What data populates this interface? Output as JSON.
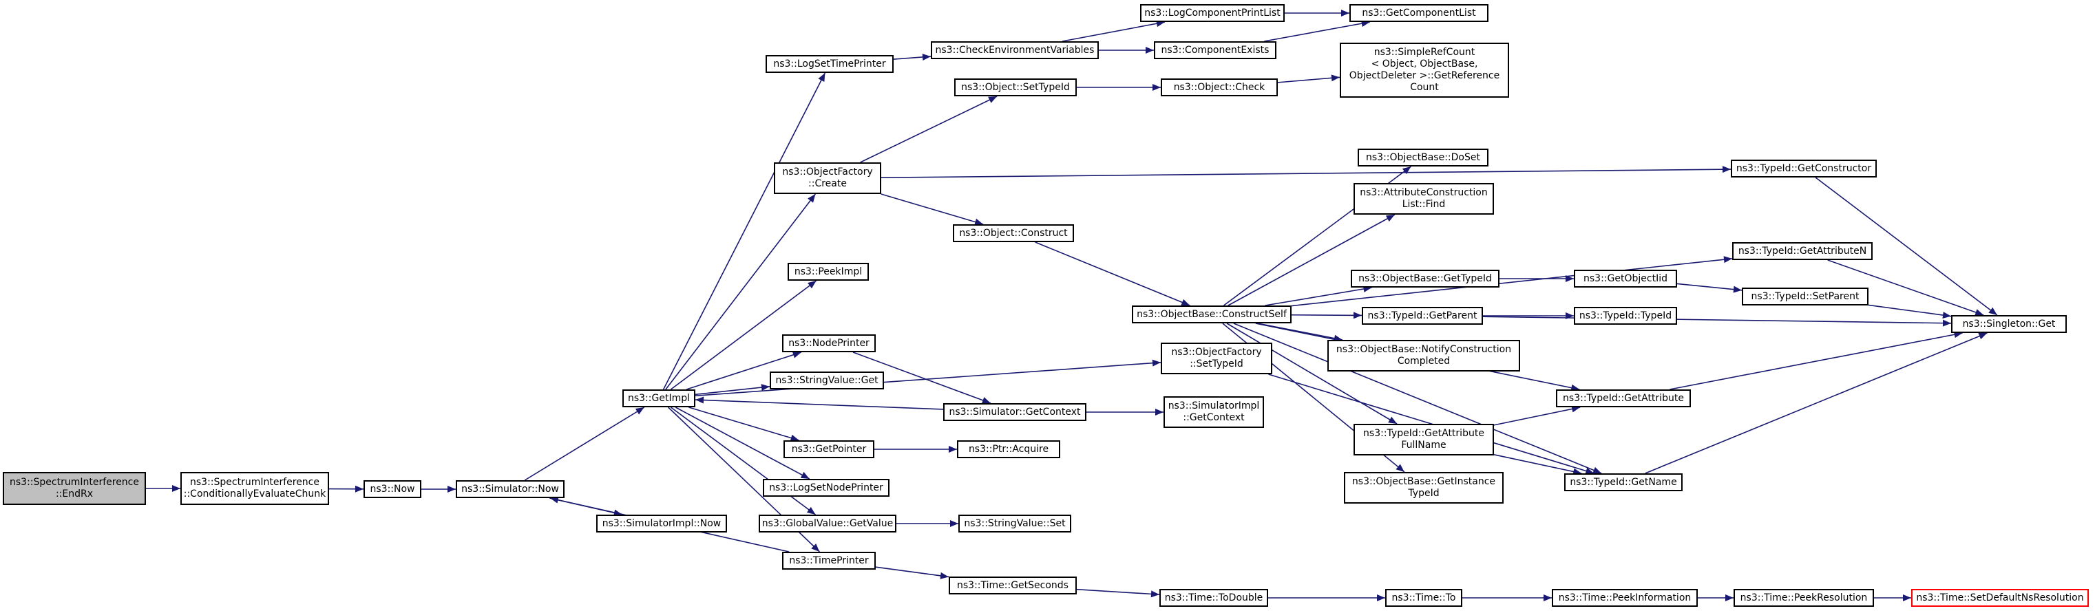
{
  "colors": {
    "edge": "#191970",
    "root_fill": "#bfbfbf",
    "border": "#000000",
    "highlight_border": "#ff0000"
  },
  "nodes": [
    {
      "id": "endrx",
      "label": "ns3::SpectrumInterference\n::EndRx",
      "style": "root"
    },
    {
      "id": "cec",
      "label": "ns3::SpectrumInterference\n::ConditionallyEvaluateChunk"
    },
    {
      "id": "now",
      "label": "ns3::Now"
    },
    {
      "id": "simnow",
      "label": "ns3::Simulator::Now"
    },
    {
      "id": "simimplnow",
      "label": "ns3::SimulatorImpl::Now"
    },
    {
      "id": "getimpl",
      "label": "ns3::GetImpl"
    },
    {
      "id": "logsettime",
      "label": "ns3::LogSetTimePrinter"
    },
    {
      "id": "checkenv",
      "label": "ns3::CheckEnvironmentVariables"
    },
    {
      "id": "logcomplist",
      "label": "ns3::LogComponentPrintList"
    },
    {
      "id": "getcomplist",
      "label": "ns3::GetComponentList"
    },
    {
      "id": "compexists",
      "label": "ns3::ComponentExists"
    },
    {
      "id": "simplerefcount",
      "label": "ns3::SimpleRefCount\n< Object, ObjectBase,\nObjectDeleter >::GetReference\nCount"
    },
    {
      "id": "objsettypeid",
      "label": "ns3::Object::SetTypeId"
    },
    {
      "id": "objcheck",
      "label": "ns3::Object::Check"
    },
    {
      "id": "objfactcreate",
      "label": "ns3::ObjectFactory\n::Create"
    },
    {
      "id": "typeidgetctor",
      "label": "ns3::TypeId::GetConstructor"
    },
    {
      "id": "objbasedoset",
      "label": "ns3::ObjectBase::DoSet"
    },
    {
      "id": "attrconstfind",
      "label": "ns3::AttributeConstruction\nList::Find"
    },
    {
      "id": "objconstruct",
      "label": "ns3::Object::Construct"
    },
    {
      "id": "typeidgetattrn",
      "label": "ns3::TypeId::GetAttributeN"
    },
    {
      "id": "peekimpl",
      "label": "ns3::PeekImpl"
    },
    {
      "id": "objbasegettypeid",
      "label": "ns3::ObjectBase::GetTypeId"
    },
    {
      "id": "getobjectiid",
      "label": "ns3::GetObjectIid"
    },
    {
      "id": "typeidsetparent",
      "label": "ns3::TypeId::SetParent"
    },
    {
      "id": "constructself",
      "label": "ns3::ObjectBase::ConstructSelf"
    },
    {
      "id": "typeidgetparent",
      "label": "ns3::TypeId::GetParent"
    },
    {
      "id": "typeidtypeid",
      "label": "ns3::TypeId::TypeId"
    },
    {
      "id": "singletonget",
      "label": "ns3::Singleton::Get"
    },
    {
      "id": "nodeprinter",
      "label": "ns3::NodePrinter"
    },
    {
      "id": "objfactsettypeid",
      "label": "ns3::ObjectFactory\n::SetTypeId"
    },
    {
      "id": "notifyconst",
      "label": "ns3::ObjectBase::NotifyConstruction\nCompleted"
    },
    {
      "id": "stringvalueget",
      "label": "ns3::StringValue::Get"
    },
    {
      "id": "typeidgetattr",
      "label": "ns3::TypeId::GetAttribute"
    },
    {
      "id": "simgetcontext",
      "label": "ns3::Simulator::GetContext"
    },
    {
      "id": "simimplgetcontext",
      "label": "ns3::SimulatorImpl\n::GetContext"
    },
    {
      "id": "getattrfullname",
      "label": "ns3::TypeId::GetAttribute\nFullName"
    },
    {
      "id": "getpointer",
      "label": "ns3::GetPointer"
    },
    {
      "id": "ptracquire",
      "label": "ns3::Ptr::Acquire"
    },
    {
      "id": "objbasegetinst",
      "label": "ns3::ObjectBase::GetInstance\nTypeId"
    },
    {
      "id": "typeidgetname",
      "label": "ns3::TypeId::GetName"
    },
    {
      "id": "logsetnode",
      "label": "ns3::LogSetNodePrinter"
    },
    {
      "id": "globalvalueget",
      "label": "ns3::GlobalValue::GetValue"
    },
    {
      "id": "stringvalueset",
      "label": "ns3::StringValue::Set"
    },
    {
      "id": "timeprinter",
      "label": "ns3::TimePrinter"
    },
    {
      "id": "timegetsec",
      "label": "ns3::Time::GetSeconds"
    },
    {
      "id": "timetodouble",
      "label": "ns3::Time::ToDouble"
    },
    {
      "id": "timeto",
      "label": "ns3::Time::To"
    },
    {
      "id": "peekinfo",
      "label": "ns3::Time::PeekInformation"
    },
    {
      "id": "peekres",
      "label": "ns3::Time::PeekResolution"
    },
    {
      "id": "setdefres",
      "label": "ns3::Time::SetDefaultNsResolution",
      "style": "red"
    }
  ],
  "edges": [
    [
      "endrx",
      "cec"
    ],
    [
      "cec",
      "now"
    ],
    [
      "now",
      "simnow"
    ],
    [
      "simnow",
      "getimpl"
    ],
    [
      "simnow",
      "simimplnow"
    ],
    [
      "getimpl",
      "logsettime"
    ],
    [
      "logsettime",
      "checkenv"
    ],
    [
      "checkenv",
      "logcomplist"
    ],
    [
      "checkenv",
      "compexists"
    ],
    [
      "logcomplist",
      "getcomplist"
    ],
    [
      "compexists",
      "getcomplist"
    ],
    [
      "getimpl",
      "objfactcreate"
    ],
    [
      "objfactcreate",
      "objsettypeid"
    ],
    [
      "objsettypeid",
      "objcheck"
    ],
    [
      "objcheck",
      "simplerefcount"
    ],
    [
      "objfactcreate",
      "typeidgetctor"
    ],
    [
      "objfactcreate",
      "objconstruct"
    ],
    [
      "objconstruct",
      "constructself"
    ],
    [
      "constructself",
      "objbasedoset"
    ],
    [
      "constructself",
      "attrconstfind"
    ],
    [
      "constructself",
      "typeidgetattrn"
    ],
    [
      "constructself",
      "objbasegettypeid"
    ],
    [
      "constructself",
      "typeidgetparent"
    ],
    [
      "constructself",
      "notifyconst"
    ],
    [
      "constructself",
      "typeidgetattr"
    ],
    [
      "constructself",
      "getattrfullname"
    ],
    [
      "constructself",
      "objbasegetinst"
    ],
    [
      "constructself",
      "typeidgetname"
    ],
    [
      "objbasegettypeid",
      "getobjectiid"
    ],
    [
      "getobjectiid",
      "typeidsetparent"
    ],
    [
      "typeidgetparent",
      "typeidtypeid"
    ],
    [
      "typeidgetctor",
      "singletonget"
    ],
    [
      "typeidgetattrn",
      "singletonget"
    ],
    [
      "typeidsetparent",
      "singletonget"
    ],
    [
      "typeidgetparent",
      "singletonget"
    ],
    [
      "typeidgetattr",
      "singletonget"
    ],
    [
      "typeidgetname",
      "singletonget"
    ],
    [
      "getattrfullname",
      "typeidgetattr"
    ],
    [
      "getattrfullname",
      "typeidgetname"
    ],
    [
      "getimpl",
      "peekimpl"
    ],
    [
      "getimpl",
      "objfactsettypeid"
    ],
    [
      "objfactsettypeid",
      "typeidgetname"
    ],
    [
      "getimpl",
      "nodeprinter"
    ],
    [
      "nodeprinter",
      "simgetcontext"
    ],
    [
      "getimpl",
      "stringvalueget"
    ],
    [
      "simgetcontext",
      "getimpl"
    ],
    [
      "simgetcontext",
      "simimplgetcontext"
    ],
    [
      "getimpl",
      "getpointer"
    ],
    [
      "getpointer",
      "ptracquire"
    ],
    [
      "getimpl",
      "logsetnode"
    ],
    [
      "getimpl",
      "globalvalueget"
    ],
    [
      "globalvalueget",
      "stringvalueset"
    ],
    [
      "getimpl",
      "timeprinter"
    ],
    [
      "timeprinter",
      "simnow"
    ],
    [
      "timeprinter",
      "timegetsec"
    ],
    [
      "timegetsec",
      "timetodouble"
    ],
    [
      "timetodouble",
      "timeto"
    ],
    [
      "timeto",
      "peekinfo"
    ],
    [
      "peekinfo",
      "peekres"
    ],
    [
      "peekres",
      "setdefres"
    ]
  ]
}
